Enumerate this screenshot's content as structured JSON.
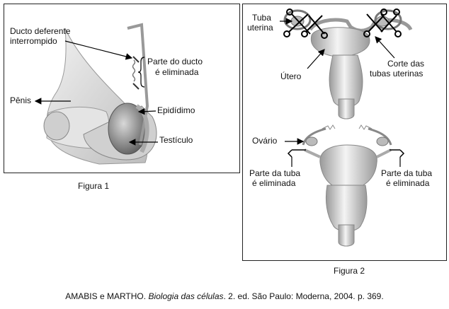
{
  "figure1": {
    "labels": {
      "ducto_deferente_1": "Ducto deferente",
      "ducto_deferente_2": "interrompido",
      "parte_ducto_1": "Parte do ducto",
      "parte_ducto_2": "é eliminada",
      "penis": "Pênis",
      "epididimo": "Epidídimo",
      "testiculo": "Testículo"
    },
    "caption": "Figura 1"
  },
  "figure2": {
    "labels": {
      "tuba_1": "Tuba",
      "tuba_2": "uterina",
      "utero": "Útero",
      "corte_1": "Corte das",
      "corte_2": "tubas uterinas",
      "ovario": "Ovário",
      "parte_tuba_l1": "Parte da tuba",
      "parte_tuba_l2": "é eliminada",
      "parte_tuba_r1": "Parte da tuba",
      "parte_tuba_r2": "é eliminada"
    },
    "caption": "Figura 2"
  },
  "citation": {
    "authors": "AMABIS e MARTHO. ",
    "title": "Biologia das células",
    "rest": ". 2. ed. São Paulo: Moderna, 2004. p. 369."
  }
}
